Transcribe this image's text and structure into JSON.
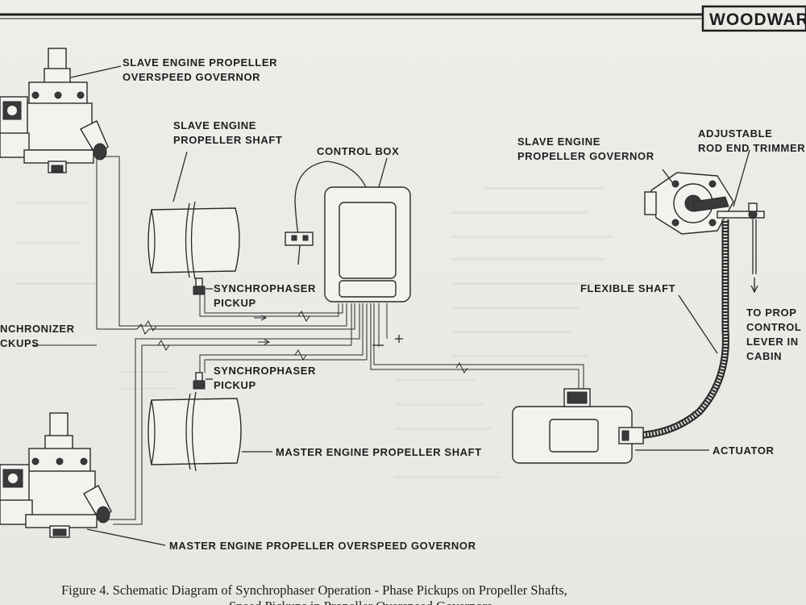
{
  "header": {
    "brand": "WOODWAR"
  },
  "labels": {
    "slave_overspeed_1": "SLAVE ENGINE PROPELLER",
    "slave_overspeed_2": "OVERSPEED GOVERNOR",
    "slave_shaft_1": "SLAVE ENGINE",
    "slave_shaft_2": "PROPELLER SHAFT",
    "control_box": "CONTROL BOX",
    "slave_gov_1": "SLAVE ENGINE",
    "slave_gov_2": "PROPELLER GOVERNOR",
    "trimmer_1": "ADJUSTABLE",
    "trimmer_2": "ROD END TRIMMER",
    "synchro_1_1": "SYNCHROPHASER",
    "synchro_1_2": "PICKUP",
    "synchronizer_1": "NCHRONIZER",
    "synchronizer_2": "CKUPS",
    "flexible_shaft": "FLEXIBLE SHAFT",
    "to_prop_1": "TO PROP",
    "to_prop_2": "CONTROL",
    "to_prop_3": "LEVER IN",
    "to_prop_4": "CABIN",
    "synchro_2_1": "SYNCHROPHASER",
    "synchro_2_2": "PICKUP",
    "master_shaft": "MASTER ENGINE PROPELLER SHAFT",
    "actuator": "ACTUATOR",
    "master_overspeed": "MASTER ENGINE PROPELLER OVERSPEED GOVERNOR"
  },
  "caption": {
    "line1": "Figure 4. Schematic Diagram of Synchrophaser Operation - Phase Pickups on Propeller Shafts,",
    "line2": "Speed Pickups in Propeller Overspeed Governors"
  }
}
